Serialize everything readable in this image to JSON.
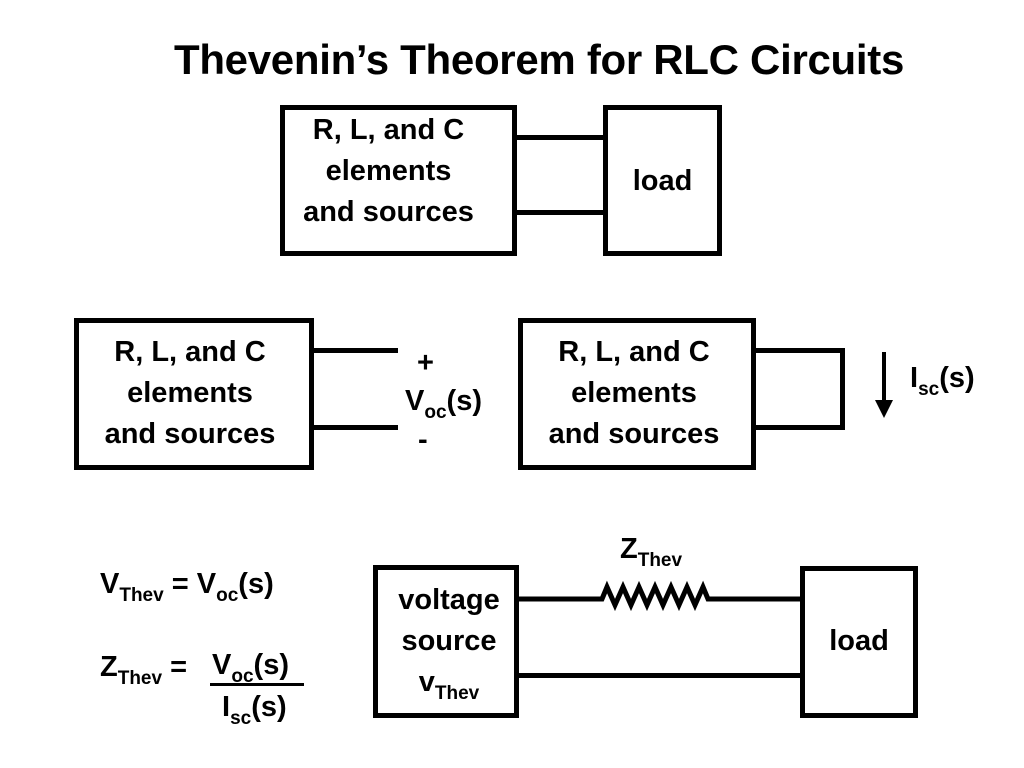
{
  "title": "Thevenin’s Theorem for RLC Circuits",
  "top": {
    "source_box": [
      "R, L, and C",
      "elements",
      "and sources"
    ],
    "load": "load"
  },
  "middle_left": {
    "box": [
      "R, L, and C",
      "elements",
      "and sources"
    ],
    "plus": "+",
    "voc_main": "V",
    "voc_sub": "oc",
    "voc_suffix": "(s)",
    "minus": "-"
  },
  "middle_right": {
    "box": [
      "R, L, and  C",
      "elements",
      "and sources"
    ],
    "isc_main": "I",
    "isc_sub": "sc",
    "isc_suffix": "(s)"
  },
  "equations": {
    "vthev_main": "V",
    "vthev_sub": "Thev",
    "vthev_eq": " = ",
    "vthev_rhs_main": "V",
    "vthev_rhs_sub": "oc",
    "vthev_rhs_suffix": "(s)",
    "zthev_main": "Z",
    "zthev_sub": "Thev",
    "zthev_eq": " = ",
    "num_main": "V",
    "num_sub": "oc",
    "num_suffix": "(s)",
    "den_main": "I",
    "den_sub": "sc",
    "den_suffix": "(s)"
  },
  "bottom": {
    "source_line1": "voltage",
    "source_line2": "source",
    "source_v_main": "v",
    "source_v_sub": "Thev",
    "z_main": "Z",
    "z_sub": "Thev",
    "load": "load"
  }
}
